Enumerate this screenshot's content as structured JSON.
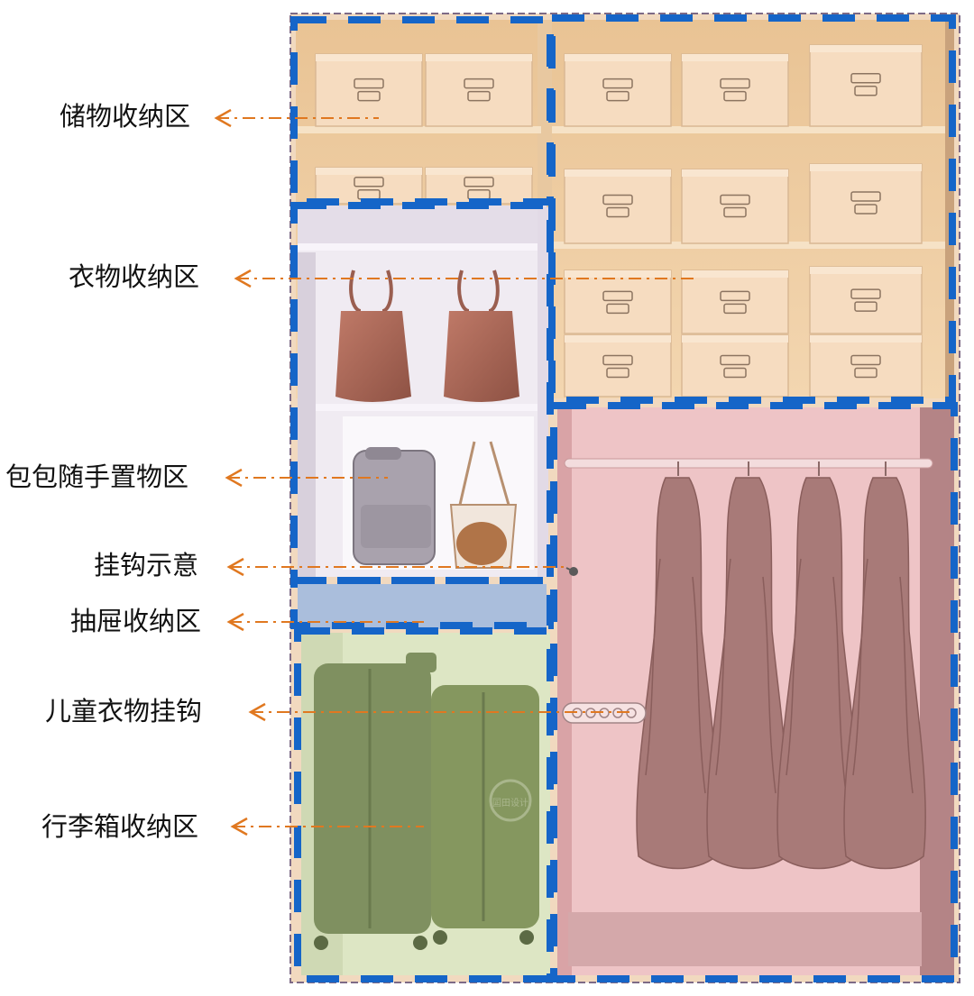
{
  "labels": [
    {
      "id": "storage",
      "text": "储物收纳区"
    },
    {
      "id": "clothing",
      "text": "衣物收纳区"
    },
    {
      "id": "bags",
      "text": "包包随手置物区"
    },
    {
      "id": "hooks",
      "text": "挂钩示意"
    },
    {
      "id": "drawer",
      "text": "抽屉收纳区"
    },
    {
      "id": "kids-hooks",
      "text": "儿童衣物挂钩"
    },
    {
      "id": "luggage",
      "text": "行李箱收纳区"
    }
  ],
  "colors": {
    "zone_border": "#1565c8",
    "leader": "#e07820",
    "wood": "#f0cfa4",
    "box": "#f6dcc0",
    "clothing_zone": "#ece6f0",
    "drawer_zone": "#aabedc",
    "luggage_zone": "#dde6c4",
    "luggage": "#7f9060",
    "wardrobe": "#eec4c6",
    "garment": "#a87a78"
  },
  "watermark": "囸田设计"
}
